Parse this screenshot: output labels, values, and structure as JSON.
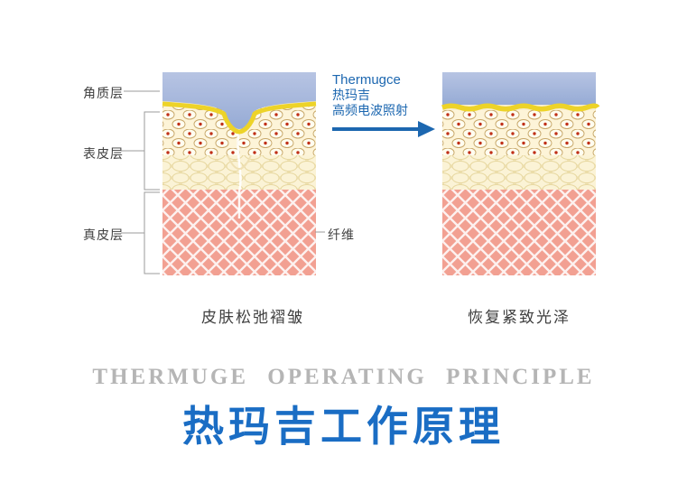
{
  "figure": {
    "layer_labels": [
      "角质层",
      "表皮层",
      "真皮层"
    ],
    "fiber_label": "纤维",
    "arrow_caption": {
      "line1": "Thermugce",
      "line2": "热玛吉",
      "line3": "高频电波照射"
    },
    "before_caption": "皮肤松弛褶皱",
    "after_caption": "恢复紧致光泽"
  },
  "titles": {
    "subtitle_en": "THERMUGE OPERATING PRINCIPLE",
    "title_zh": "热玛吉工作原理"
  },
  "colors": {
    "arrow_blue": "#1c67b0",
    "title_blue": "#1a6dc4",
    "subtitle_gray": "#b5b5b5",
    "label_dark": "#3f3f3f",
    "corneum_blue": "#9fb1da",
    "granular_yellow": "#edd328",
    "epidermis_cream": "#f8edc6",
    "cell_outline_tan": "#c8a86a",
    "nucleus_red": "#c03018",
    "dermis_salmon": "#f2a092",
    "mesh_white": "#ffffff"
  }
}
